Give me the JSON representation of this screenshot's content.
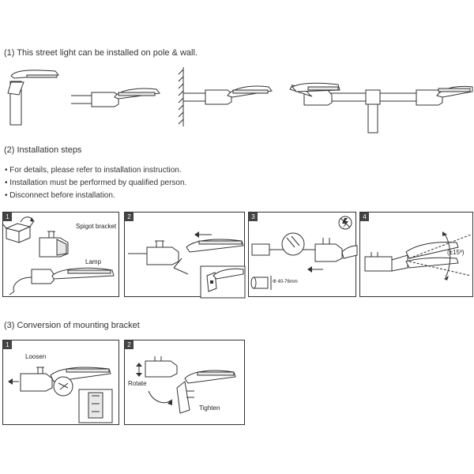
{
  "sections": {
    "s1": {
      "title": "(1) This street light can be installed on pole & wall."
    },
    "s2": {
      "title": "(2) Installation steps",
      "bullets": [
        "For details, please refer to installation instruction.",
        "Installation must be performed by qualified person.",
        "Disconnect before installation."
      ],
      "bullet_marker": "•"
    },
    "s3": {
      "title": "(3) Conversion of mounting bracket"
    }
  },
  "steps": [
    {
      "num": "1",
      "label_a": "Spigot bracket",
      "label_b": "Lamp"
    },
    {
      "num": "2"
    },
    {
      "num": "3",
      "label_a": "Φ 40-76mm"
    },
    {
      "num": "4",
      "label_a": "(±15º)"
    }
  ],
  "conversion": [
    {
      "num": "1",
      "label_a": "Loosen"
    },
    {
      "num": "2",
      "label_a": "Rotate",
      "label_b": "Tighten"
    }
  ],
  "icon_names": [
    "box-icon",
    "no-power-icon",
    "arrow-icon"
  ]
}
